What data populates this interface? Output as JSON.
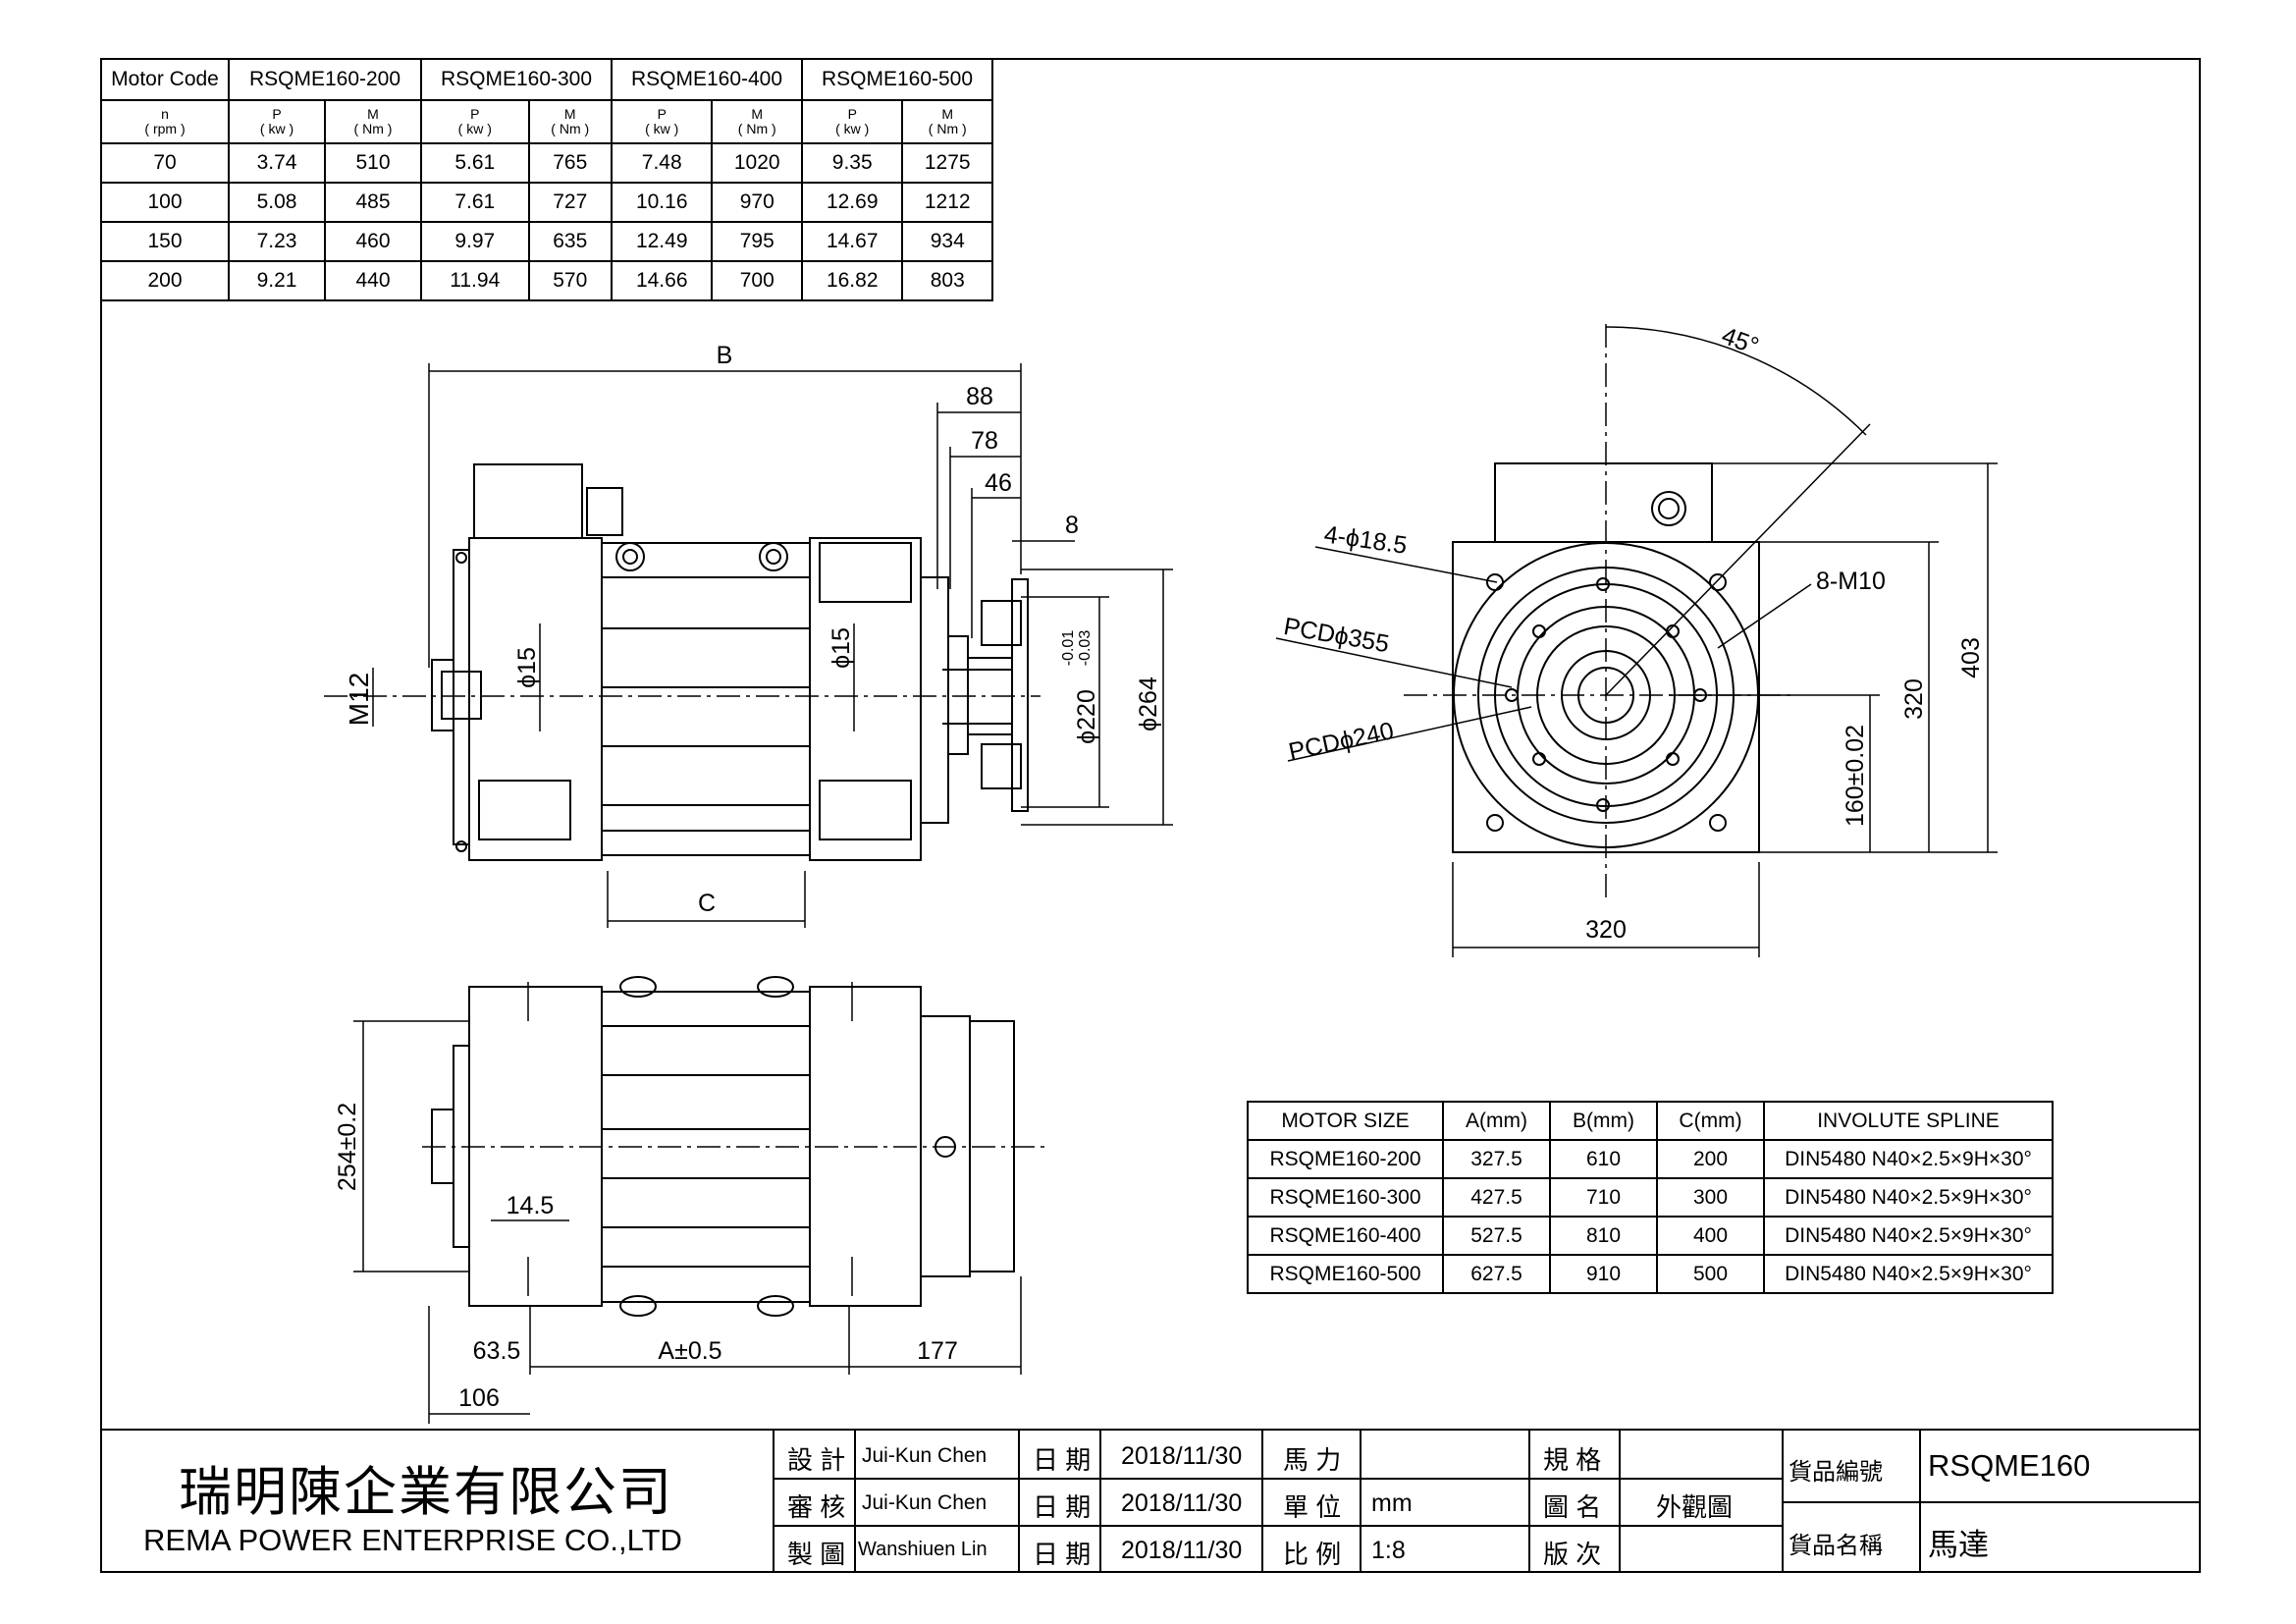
{
  "perf_table": {
    "header_label": "Motor Code",
    "models": [
      "RSQME160-200",
      "RSQME160-300",
      "RSQME160-400",
      "RSQME160-500"
    ],
    "unit_row": {
      "speed": [
        "n",
        "( rpm )"
      ],
      "power": [
        "P",
        "( kw )"
      ],
      "torque": [
        "M",
        "( Nm )"
      ]
    },
    "rows": [
      {
        "n": "70",
        "v": [
          "3.74",
          "510",
          "5.61",
          "765",
          "7.48",
          "1020",
          "9.35",
          "1275"
        ]
      },
      {
        "n": "100",
        "v": [
          "5.08",
          "485",
          "7.61",
          "727",
          "10.16",
          "970",
          "12.69",
          "1212"
        ]
      },
      {
        "n": "150",
        "v": [
          "7.23",
          "460",
          "9.97",
          "635",
          "12.49",
          "795",
          "14.67",
          "934"
        ]
      },
      {
        "n": "200",
        "v": [
          "9.21",
          "440",
          "11.94",
          "570",
          "14.66",
          "700",
          "16.82",
          "803"
        ]
      }
    ]
  },
  "size_table": {
    "headers": [
      "MOTOR SIZE",
      "A(mm)",
      "B(mm)",
      "C(mm)",
      "INVOLUTE  SPLINE"
    ],
    "rows": [
      [
        "RSQME160-200",
        "327.5",
        "610",
        "200",
        "DIN5480 N40×2.5×9H×30°"
      ],
      [
        "RSQME160-300",
        "427.5",
        "710",
        "300",
        "DIN5480 N40×2.5×9H×30°"
      ],
      [
        "RSQME160-400",
        "527.5",
        "810",
        "400",
        "DIN5480 N40×2.5×9H×30°"
      ],
      [
        "RSQME160-500",
        "627.5",
        "910",
        "500",
        "DIN5480 N40×2.5×9H×30°"
      ]
    ]
  },
  "dims": {
    "B": "B",
    "d88": "88",
    "d78": "78",
    "d46": "46",
    "d8": "8",
    "phi15a": "ϕ15",
    "phi15b": "ϕ15",
    "M12": "M12",
    "phi220": "ϕ220",
    "phi220_tol_up": "-0.01",
    "phi220_tol_lo": "-0.03",
    "phi264": "ϕ264",
    "C": "C",
    "angle45": "45°",
    "holes4": "4-ϕ18.5",
    "m10": "8-M10",
    "pcd355": "PCDϕ355",
    "pcd240": "PCDϕ240",
    "d320v": "320",
    "d403": "403",
    "d160": "160±0.02",
    "d320h": "320",
    "d254": "254±0.2",
    "d145": "14.5",
    "d635": "63.5",
    "dA": "A±0.5",
    "d177": "177",
    "d106": "106"
  },
  "title_block": {
    "company_cn": "瑞明陳企業有限公司",
    "company_en": "REMA POWER ENTERPRISE CO.,LTD",
    "rows": [
      {
        "role": "設 計",
        "name": "Jui-Kun Chen",
        "date_label": "日 期",
        "date": "2018/11/30",
        "k": "馬 力",
        "v": "",
        "k2": "規 格",
        "v2": ""
      },
      {
        "role": "審 核",
        "name": "Jui-Kun Chen",
        "date_label": "日 期",
        "date": "2018/11/30",
        "k": "單 位",
        "v": "mm",
        "k2": "圖 名",
        "v2": "外觀圖"
      },
      {
        "role": "製 圖",
        "name": "Wanshiuen Lin",
        "date_label": "日 期",
        "date": "2018/11/30",
        "k": "比 例",
        "v": "1:8",
        "k2": "版 次",
        "v2": ""
      }
    ],
    "part_no_label": "貨品編號",
    "part_no": "RSQME160",
    "part_name_label": "貨品名稱",
    "part_name": "馬達"
  }
}
